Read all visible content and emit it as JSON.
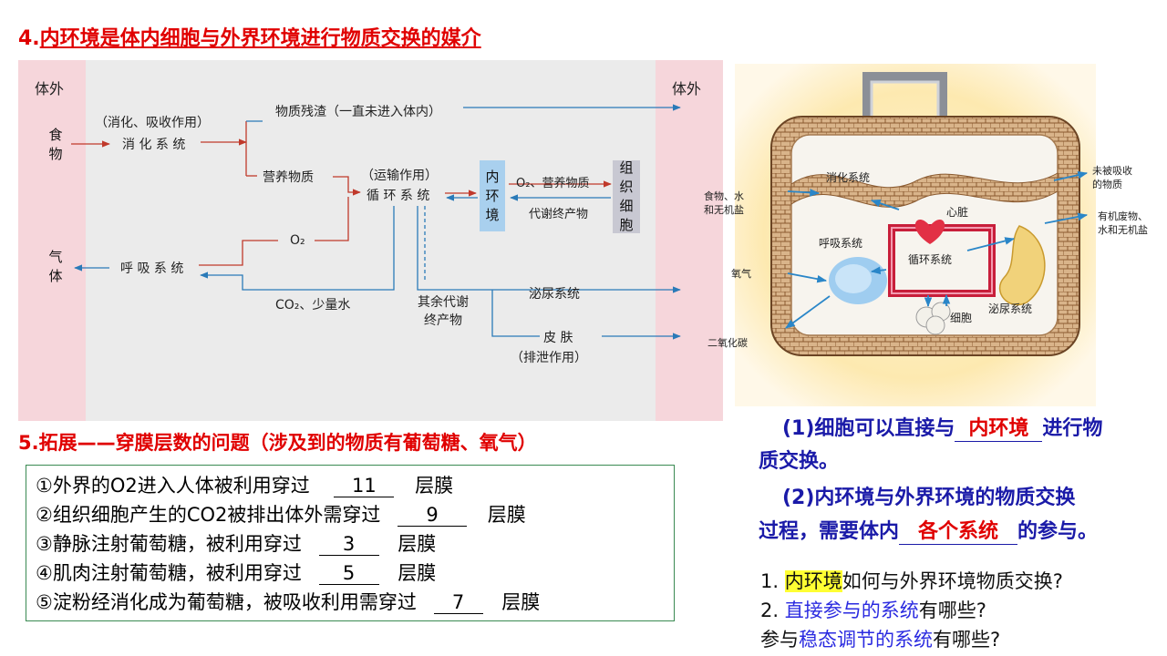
{
  "heading4": {
    "prefix": "4.",
    "text": "内环境是体内细胞与外界环境进行物质交换的媒介"
  },
  "diagram": {
    "outside_left": "体外",
    "outside_right": "体外",
    "food": "食\n物",
    "gas": "气\n体",
    "digest_action": "（消化、吸收作用）",
    "digestive_system": "消 化 系 统",
    "residue": "物质残渣（一直未进入体内）",
    "nutrients": "营养物质",
    "transport_action": "（运输作用）",
    "circulatory_system": "循 环 系 统",
    "internal_env": "内\n环\n境",
    "o2_nutrients": "O₂、营养物质",
    "metabolic_products": "代谢终产物",
    "tissue_cells": "组\n织\n细\n胞",
    "o2": "O₂",
    "respiratory_system": "呼 吸 系 统",
    "co2_water": "CO₂、少量水",
    "other_products": "其余代谢\n终产物",
    "urinary_system": "泌尿系统",
    "skin": "皮  肤",
    "excretion": "（排泄作用）"
  },
  "heading5": {
    "prefix": "5.",
    "text": "拓展——穿膜层数的问题（涉及到的物质有葡萄糖、氧气）"
  },
  "questions": [
    {
      "text": "①外界的O2进入人体被利用穿过",
      "answer": "11",
      "unit": "层膜"
    },
    {
      "text": "②组织细胞产生的CO2被排出体外需穿过",
      "answer": "9",
      "unit": "层膜"
    },
    {
      "text": "③静脉注射葡萄糖，被利用穿过",
      "answer": "3",
      "unit": "层膜"
    },
    {
      "text": "④肌肉注射葡萄糖，被利用穿过",
      "answer": "5",
      "unit": "层膜"
    },
    {
      "text": "⑤淀粉经消化成为葡萄糖，被吸收利用需穿过",
      "answer": "7",
      "unit": "层膜"
    }
  ],
  "illustration": {
    "digestive_system": "消化系统",
    "heart": "心脏",
    "food_water_salt": "食物、水\n和无机盐",
    "unabsorbed": "未被吸收\n的物质",
    "waste": "有机废物、\n水和无机盐",
    "respiratory_system": "呼吸系统",
    "circulatory_system": "循环系统",
    "oxygen": "氧气",
    "urinary_system": "泌尿系统",
    "cells": "细胞",
    "co2": "二氧化碳"
  },
  "points": {
    "p1_prefix": "(1)细胞可以直接与",
    "p1_blank": "内环境",
    "p1_suffix": "进行物",
    "p1_line2": "质交换。",
    "p2_line1": "(2)内环境与外界环境的物质交换",
    "p2_prefix": "过程，需要体内",
    "p2_blank": "各个系统",
    "p2_suffix": "的参与。"
  },
  "qs": {
    "q1_num": "1. ",
    "q1_hl": "内环境",
    "q1_rest": "如何与外界环境物质交换?",
    "q2_num": "2. ",
    "q2_blue": "直接参与的系统",
    "q2_rest": "有哪些?",
    "q3_pre": "参与",
    "q3_blue": "稳态调节的系统",
    "q3_rest": "有哪些?"
  },
  "colors": {
    "red": "#e00000",
    "blue": "#1a1aa8",
    "highlight": "#ffff33",
    "box_border": "#3a8a52"
  }
}
